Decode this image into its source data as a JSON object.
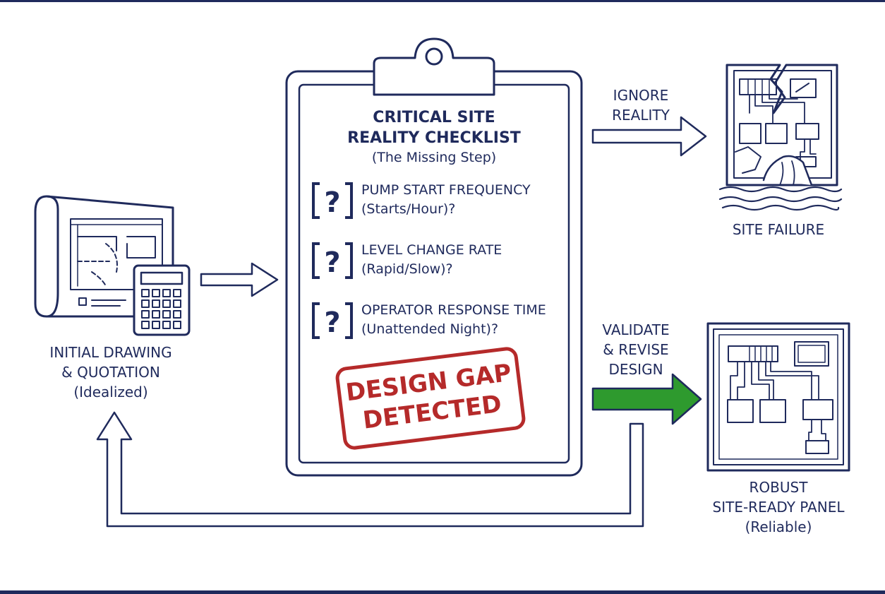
{
  "colors": {
    "ink": "#1f2a5c",
    "stamp_red": "#b52a2a",
    "validate_arrow": "#2e9a2e",
    "background": "#ffffff"
  },
  "left_block": {
    "line1": "INITIAL DRAWING",
    "line2": "& QUOTATION",
    "line3": "(Idealized)",
    "icons": [
      "blueprint-icon",
      "calculator-icon"
    ]
  },
  "checklist": {
    "title_line1": "CRITICAL SITE",
    "title_line2": "REALITY CHECKLIST",
    "subtitle": "(The Missing Step)",
    "items": [
      {
        "marker": "?",
        "line1": "PUMP START FREQUENCY",
        "line2": "(Starts/Hour)?"
      },
      {
        "marker": "?",
        "line1": "LEVEL CHANGE RATE",
        "line2": "(Rapid/Slow)?"
      },
      {
        "marker": "?",
        "line1": "OPERATOR RESPONSE TIME",
        "line2": "(Unattended Night)?"
      }
    ],
    "stamp_line1": "DESIGN GAP",
    "stamp_line2": "DETECTED"
  },
  "ignore_path": {
    "line1": "IGNORE",
    "line2": "REALITY"
  },
  "failure": {
    "label": "SITE FAILURE",
    "icon": "broken-panel-icon"
  },
  "validate_path": {
    "line1": "VALIDATE",
    "line2": "& REVISE",
    "line3": "DESIGN"
  },
  "robust": {
    "line1": "ROBUST",
    "line2": "SITE-READY PANEL",
    "line3": "(Reliable)",
    "icon": "control-panel-icon"
  }
}
